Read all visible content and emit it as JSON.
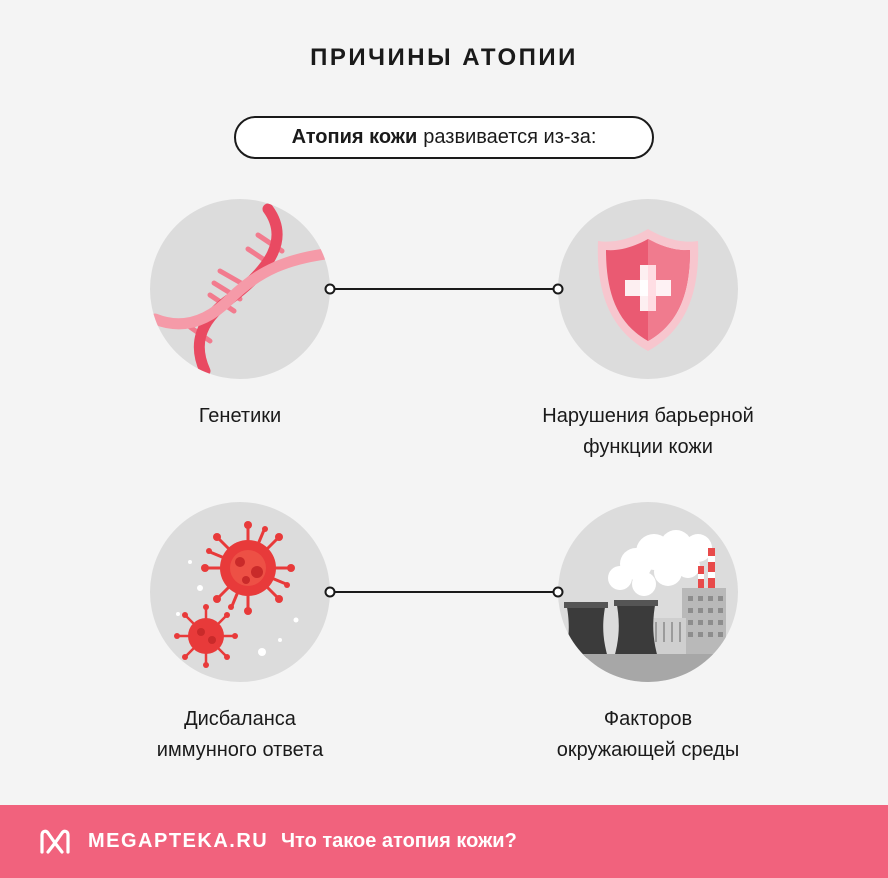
{
  "title": "ПРИЧИНЫ АТОПИИ",
  "subtitle": {
    "bold": "Атопия кожи",
    "rest": "развивается из-за:"
  },
  "causes": [
    {
      "line1": "Генетики",
      "line2": "",
      "icon": "dna-icon"
    },
    {
      "line1": "Нарушения барьерной",
      "line2": "функции кожи",
      "icon": "shield-cross-icon"
    },
    {
      "line1": "Дисбаланса",
      "line2": "иммунного ответа",
      "icon": "virus-icon"
    },
    {
      "line1": "Факторов",
      "line2": "окружающей среды",
      "icon": "factory-icon"
    }
  ],
  "footer": {
    "brand": "MEGAPTEKA.RU",
    "text": "Что такое атопия кожи?"
  },
  "colors": {
    "accent": "#f1627d",
    "red": "#e83a3a",
    "circle": "#dcdcdc",
    "background": "#f4f4f4"
  }
}
